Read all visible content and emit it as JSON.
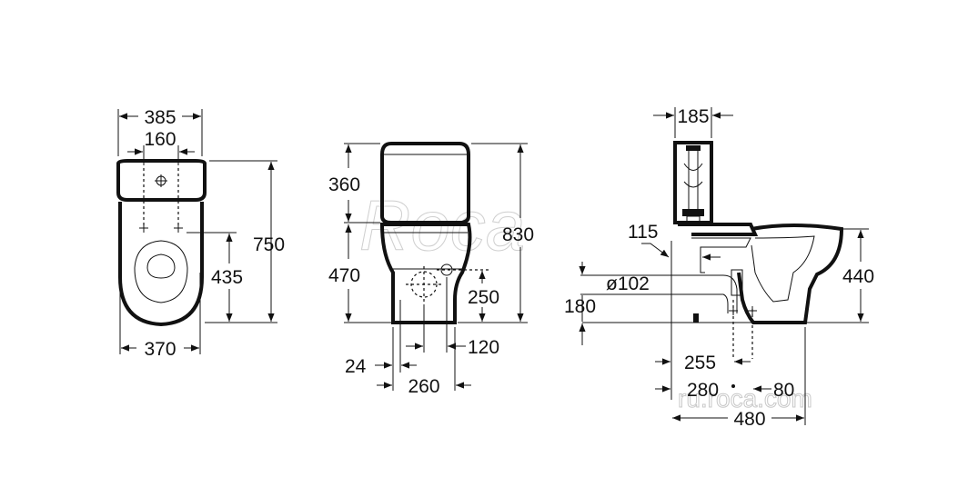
{
  "watermark": {
    "brand": "Roca",
    "site": "ru.roca.com"
  },
  "views": {
    "front": {
      "overall_width": "385",
      "inlet_spacing": "160",
      "overall_height": "750",
      "mount_height": "435",
      "base_width": "370"
    },
    "side": {
      "tank_height": "360",
      "total_height": "830",
      "lower_height": "470",
      "inlet_height": "250",
      "offset_left": "24",
      "offset_right": "120",
      "base_depth": "260"
    },
    "section": {
      "tank_depth": "185",
      "flange_height": "115",
      "pipe_diameter": "ø102",
      "pipe_axis_height": "180",
      "bowl_height": "440",
      "outlet_distance_1": "255",
      "outlet_distance_2": "280",
      "outlet_offset": "80",
      "overall_depth": "480"
    }
  }
}
